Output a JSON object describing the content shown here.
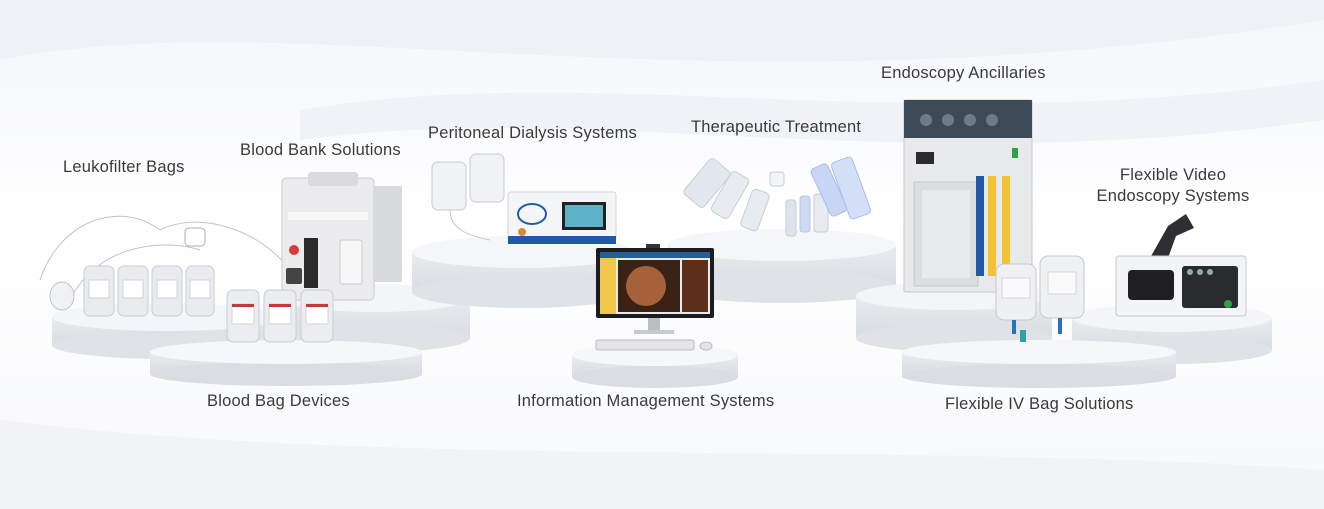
{
  "labels": {
    "leukofilter": "Leukofilter Bags",
    "blood_bank": "Blood Bank Solutions",
    "peritoneal": "Peritoneal Dialysis Systems",
    "therapeutic": "Therapeutic Treatment",
    "endoscopy_ancillaries": "Endoscopy Ancillaries",
    "flexible_video_line1": "Flexible Video",
    "flexible_video_line2": "Endoscopy Systems",
    "blood_bag": "Blood Bag Devices",
    "info_mgmt": "Information Management Systems",
    "iv_bag": "Flexible IV Bag Solutions"
  },
  "colors": {
    "text": "#3a3a3a",
    "pedestal_top": "#f2f3f5",
    "pedestal_side": "#dfe1e5",
    "brand_blue": "#1f5aa6",
    "brand_green": "#2fa24a"
  }
}
